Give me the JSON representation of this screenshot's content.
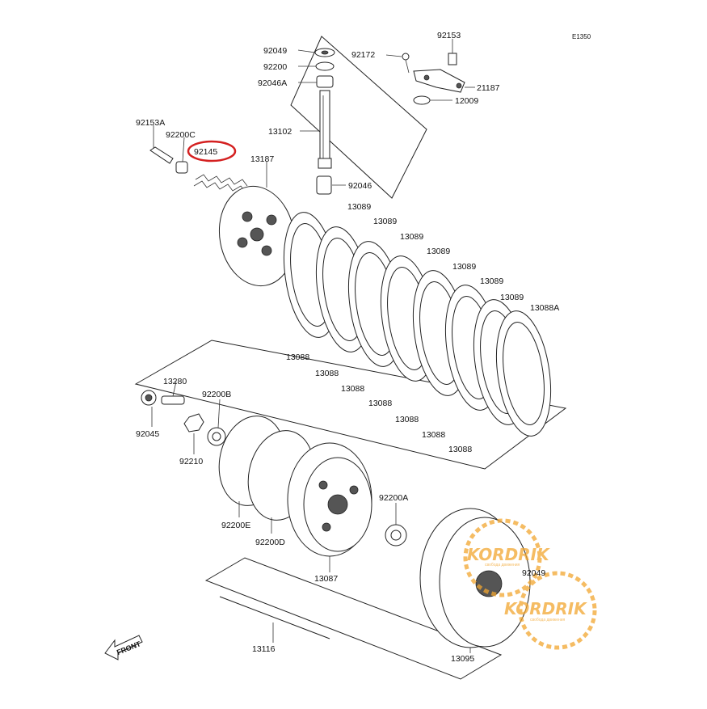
{
  "diagram_code": "E1350",
  "front_label": "FRONT",
  "highlighted_part": "92145",
  "watermark": {
    "brand": "KORDRIK",
    "tagline": "свобода движения",
    "color": "#f2a630"
  },
  "highlight_color": "#d42020",
  "labels": {
    "p92049": "92049",
    "p92200": "92200",
    "p92046A": "92046A",
    "p13102": "13102",
    "p92046": "92046",
    "p92172": "92172",
    "p92153": "92153",
    "p21187": "21187",
    "p12009": "12009",
    "p92153A": "92153A",
    "p92200C": "92200C",
    "p92145": "92145",
    "p13187": "13187",
    "p13089_1": "13089",
    "p13089_2": "13089",
    "p13089_3": "13089",
    "p13089_4": "13089",
    "p13089_5": "13089",
    "p13089_6": "13089",
    "p13089_7": "13089",
    "p13088A": "13088A",
    "p13088_1": "13088",
    "p13088_2": "13088",
    "p13088_3": "13088",
    "p13088_4": "13088",
    "p13088_5": "13088",
    "p13088_6": "13088",
    "p13088_7": "13088",
    "p13280": "13280",
    "p92200B": "92200B",
    "p92045": "92045",
    "p92210": "92210",
    "p92200E": "92200E",
    "p92200D": "92200D",
    "p13087": "13087",
    "p92200A": "92200A",
    "p92049b": "92049",
    "p13095": "13095",
    "p13116": "13116"
  }
}
